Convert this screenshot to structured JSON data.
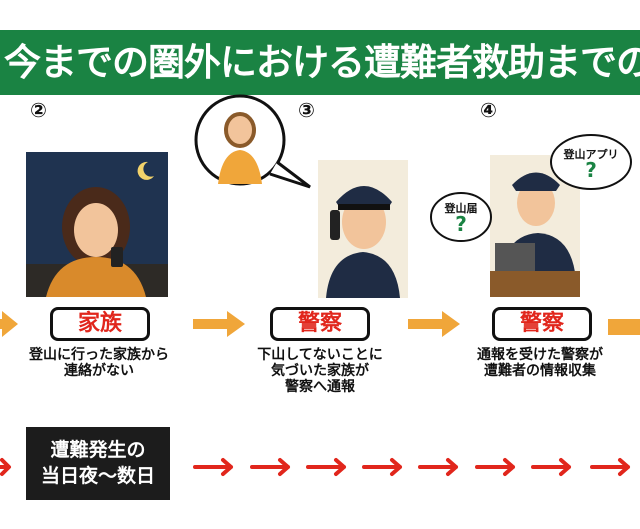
{
  "title": "今までの圏外における遭難者救助までの流",
  "steps": [
    {
      "number": "②",
      "label": "家族",
      "desc1": "登山に行った家族から",
      "desc2": "連絡がない"
    },
    {
      "number": "③",
      "label": "警察",
      "desc1": "下山してないことに",
      "desc2": "気づいた家族が",
      "desc3": "警察へ通報"
    },
    {
      "number": "④",
      "label": "警察",
      "desc1": "通報を受けた警察が",
      "desc2": "遭難者の情報収集",
      "bubble1": "登山届",
      "bubble2": "登山アプリ",
      "q": "?"
    }
  ],
  "phase": {
    "line1": "遭難発生の",
    "line2": "当日夜〜数日"
  },
  "colors": {
    "green": "#1a8343",
    "orange": "#f0a63a",
    "red": "#e1261c"
  }
}
